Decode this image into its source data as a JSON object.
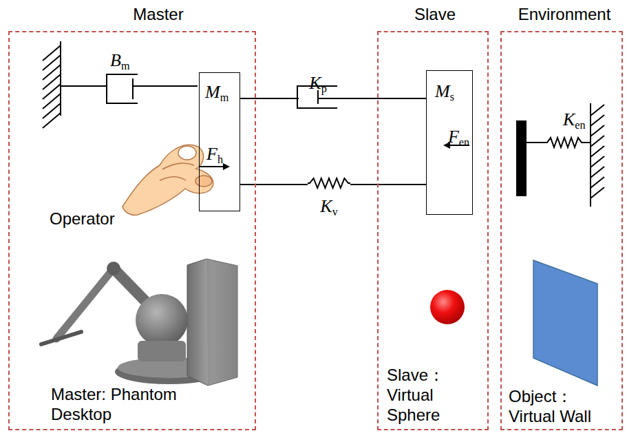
{
  "diagram": {
    "nodes": [
      {
        "text": [
          "Master",
          "Master: Phantom Desktop"
        ]
      },
      {
        "text": [
          "Mm",
          "Fh"
        ],
        "in": 0
      },
      {
        "text": [
          "Slave",
          "Slave：Virtual Sphere"
        ]
      },
      {
        "text": [
          "Ms",
          "Fen"
        ],
        "in": 2
      },
      {
        "text": [
          "Environment",
          "Object：Virtual Wall"
        ]
      }
    ],
    "edges": [
      {
        "from": 1,
        "to": 3,
        "label": "Kp",
        "arrow": "none"
      },
      {
        "from": 1,
        "to": 3,
        "label": "Kv",
        "arrow": "none"
      }
    ],
    "labels": [
      "Bm",
      "Operator",
      "Ken"
    ]
  }
}
